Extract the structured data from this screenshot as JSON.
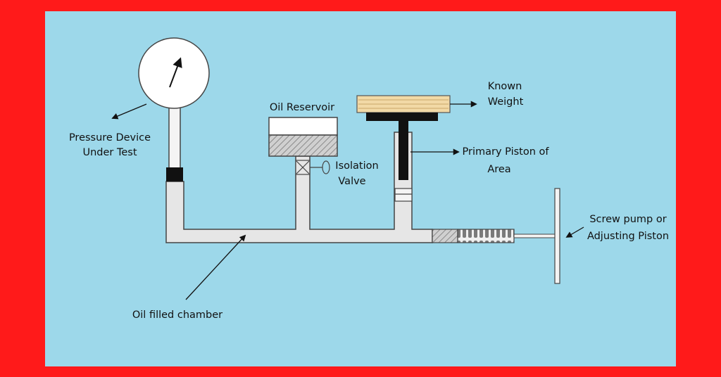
{
  "colors": {
    "border": "#ff1a1a",
    "background": "#9dd8ea",
    "pipe_fill": "#e6e6e6",
    "outline": "#444444",
    "weight_fill": "#f2d9a6",
    "dark": "#111111",
    "hatch": "#9a9a9a"
  },
  "labels": {
    "pressure_device_line1": "Pressure Device",
    "pressure_device_line2": "Under Test",
    "oil_reservoir": "Oil Reservoir",
    "isolation_valve_line1": "Isolation",
    "isolation_valve_line2": "Valve",
    "known_weight_line1": "Known",
    "known_weight_line2": "Weight",
    "primary_piston_line1": "Primary Piston of",
    "primary_piston_line2": "Area",
    "screw_pump_line1": "Screw pump or",
    "screw_pump_line2": "Adjusting Piston",
    "oil_chamber": "Oil filled chamber"
  }
}
